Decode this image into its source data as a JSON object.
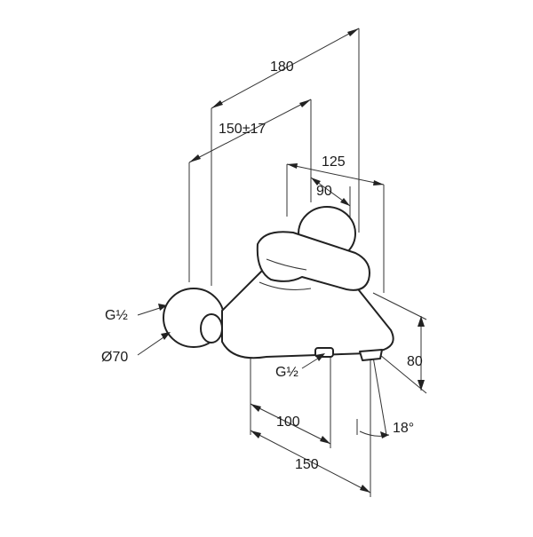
{
  "dimensions": {
    "overall_width": "180",
    "wall_distance": "150±17",
    "spout_reach": "125",
    "handle_offset": "90",
    "height": "80",
    "outlet_spacing": "100",
    "base_length": "150",
    "angle": "18°"
  },
  "callouts": {
    "inlet_thread": "G½",
    "escutcheon_diameter": "Ø70",
    "outlet_thread": "G½"
  }
}
